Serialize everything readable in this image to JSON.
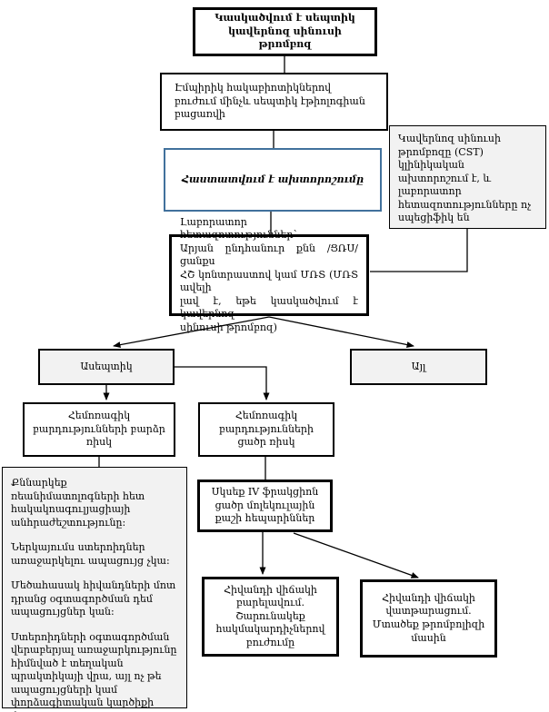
{
  "title": "Flowchart: suspected septic cavernous sinus thrombosis management (Armenian)",
  "colors": {
    "box_border": "#000000",
    "accent_border": "#41719C",
    "gray_fill": "#F2F2F2",
    "connector": "#000000"
  },
  "nodes": {
    "suspect": {
      "text": "Կասկածվում է սեպտիկ կավերնոզ սինուսի թրոմբոզ"
    },
    "empiric": {
      "text": "Էմպիրիկ հակաբիոտիկներով բուժում մինչև սեպտիկ էթիոլոգիան բացառվի"
    },
    "confirm": {
      "text": "Հաստատվում է ախտորոշումը"
    },
    "cst_note": {
      "text": "Կավերնոզ սինուսի թրոմբոզը (CST) կլինիկական ախտորոշում է, և լաբորատոր հետազոտությունները ոչ սպեցիֆիկ են"
    },
    "lab": {
      "lines": [
        "Լաբորատոր հետազոտություններ՝",
        "Արյան ընդհանուր քնն /ՑՌՍ/ցանքս",
        "ՀՇ կոնտրաստով կամ ՄՌՏ (ՄՌՏ ավելի",
        "լավ է, եթե կասկածվում է կավերնոզ",
        "սինուսի թրոմբոզ)"
      ]
    },
    "aseptic": {
      "text": "Ասեպտիկ"
    },
    "other": {
      "text": "Այլ"
    },
    "high_risk": {
      "text": "Հեմոռագիկ բարդությունների բարձր ռիսկ"
    },
    "low_risk": {
      "text": "Հեմոռագիկ բարդությունների ցածր ռիսկ"
    },
    "notes": {
      "paragraphs": [
        "Քննարկեք ռեանիմատոլոգների հետ հակակոագուլյացիայի անհրաժեշտությունը:",
        "Ներկայումս ստերոիդներ առաջարկելու ապացույց չկա:",
        "Մեծահասակ հիվանդների մոտ դրանց օգտագործման դեմ ապացույցներ կան:",
        "Ստերոիդների օգտագործման վերաբերյալ առաջարկությունը հիմնված է տեղական պրակտիկայի վրա, այլ ոչ թե ապացույցների կամ փորձագիտական կարծիքի վրա:"
      ]
    },
    "heparin": {
      "text": "Սկսեք IV ֆրակցիոն ցածր մոլեկուլային քաշի հեպարիններ"
    },
    "improve": {
      "text": "Հիվանդի վիճակի բարելավում. Շարունակեք հակմակարդիչներով բուժումը"
    },
    "worsen": {
      "text": "Հիվանդի վիճակի վատթարացում. Մտածեք թրոմբոլիզի մասին"
    }
  }
}
